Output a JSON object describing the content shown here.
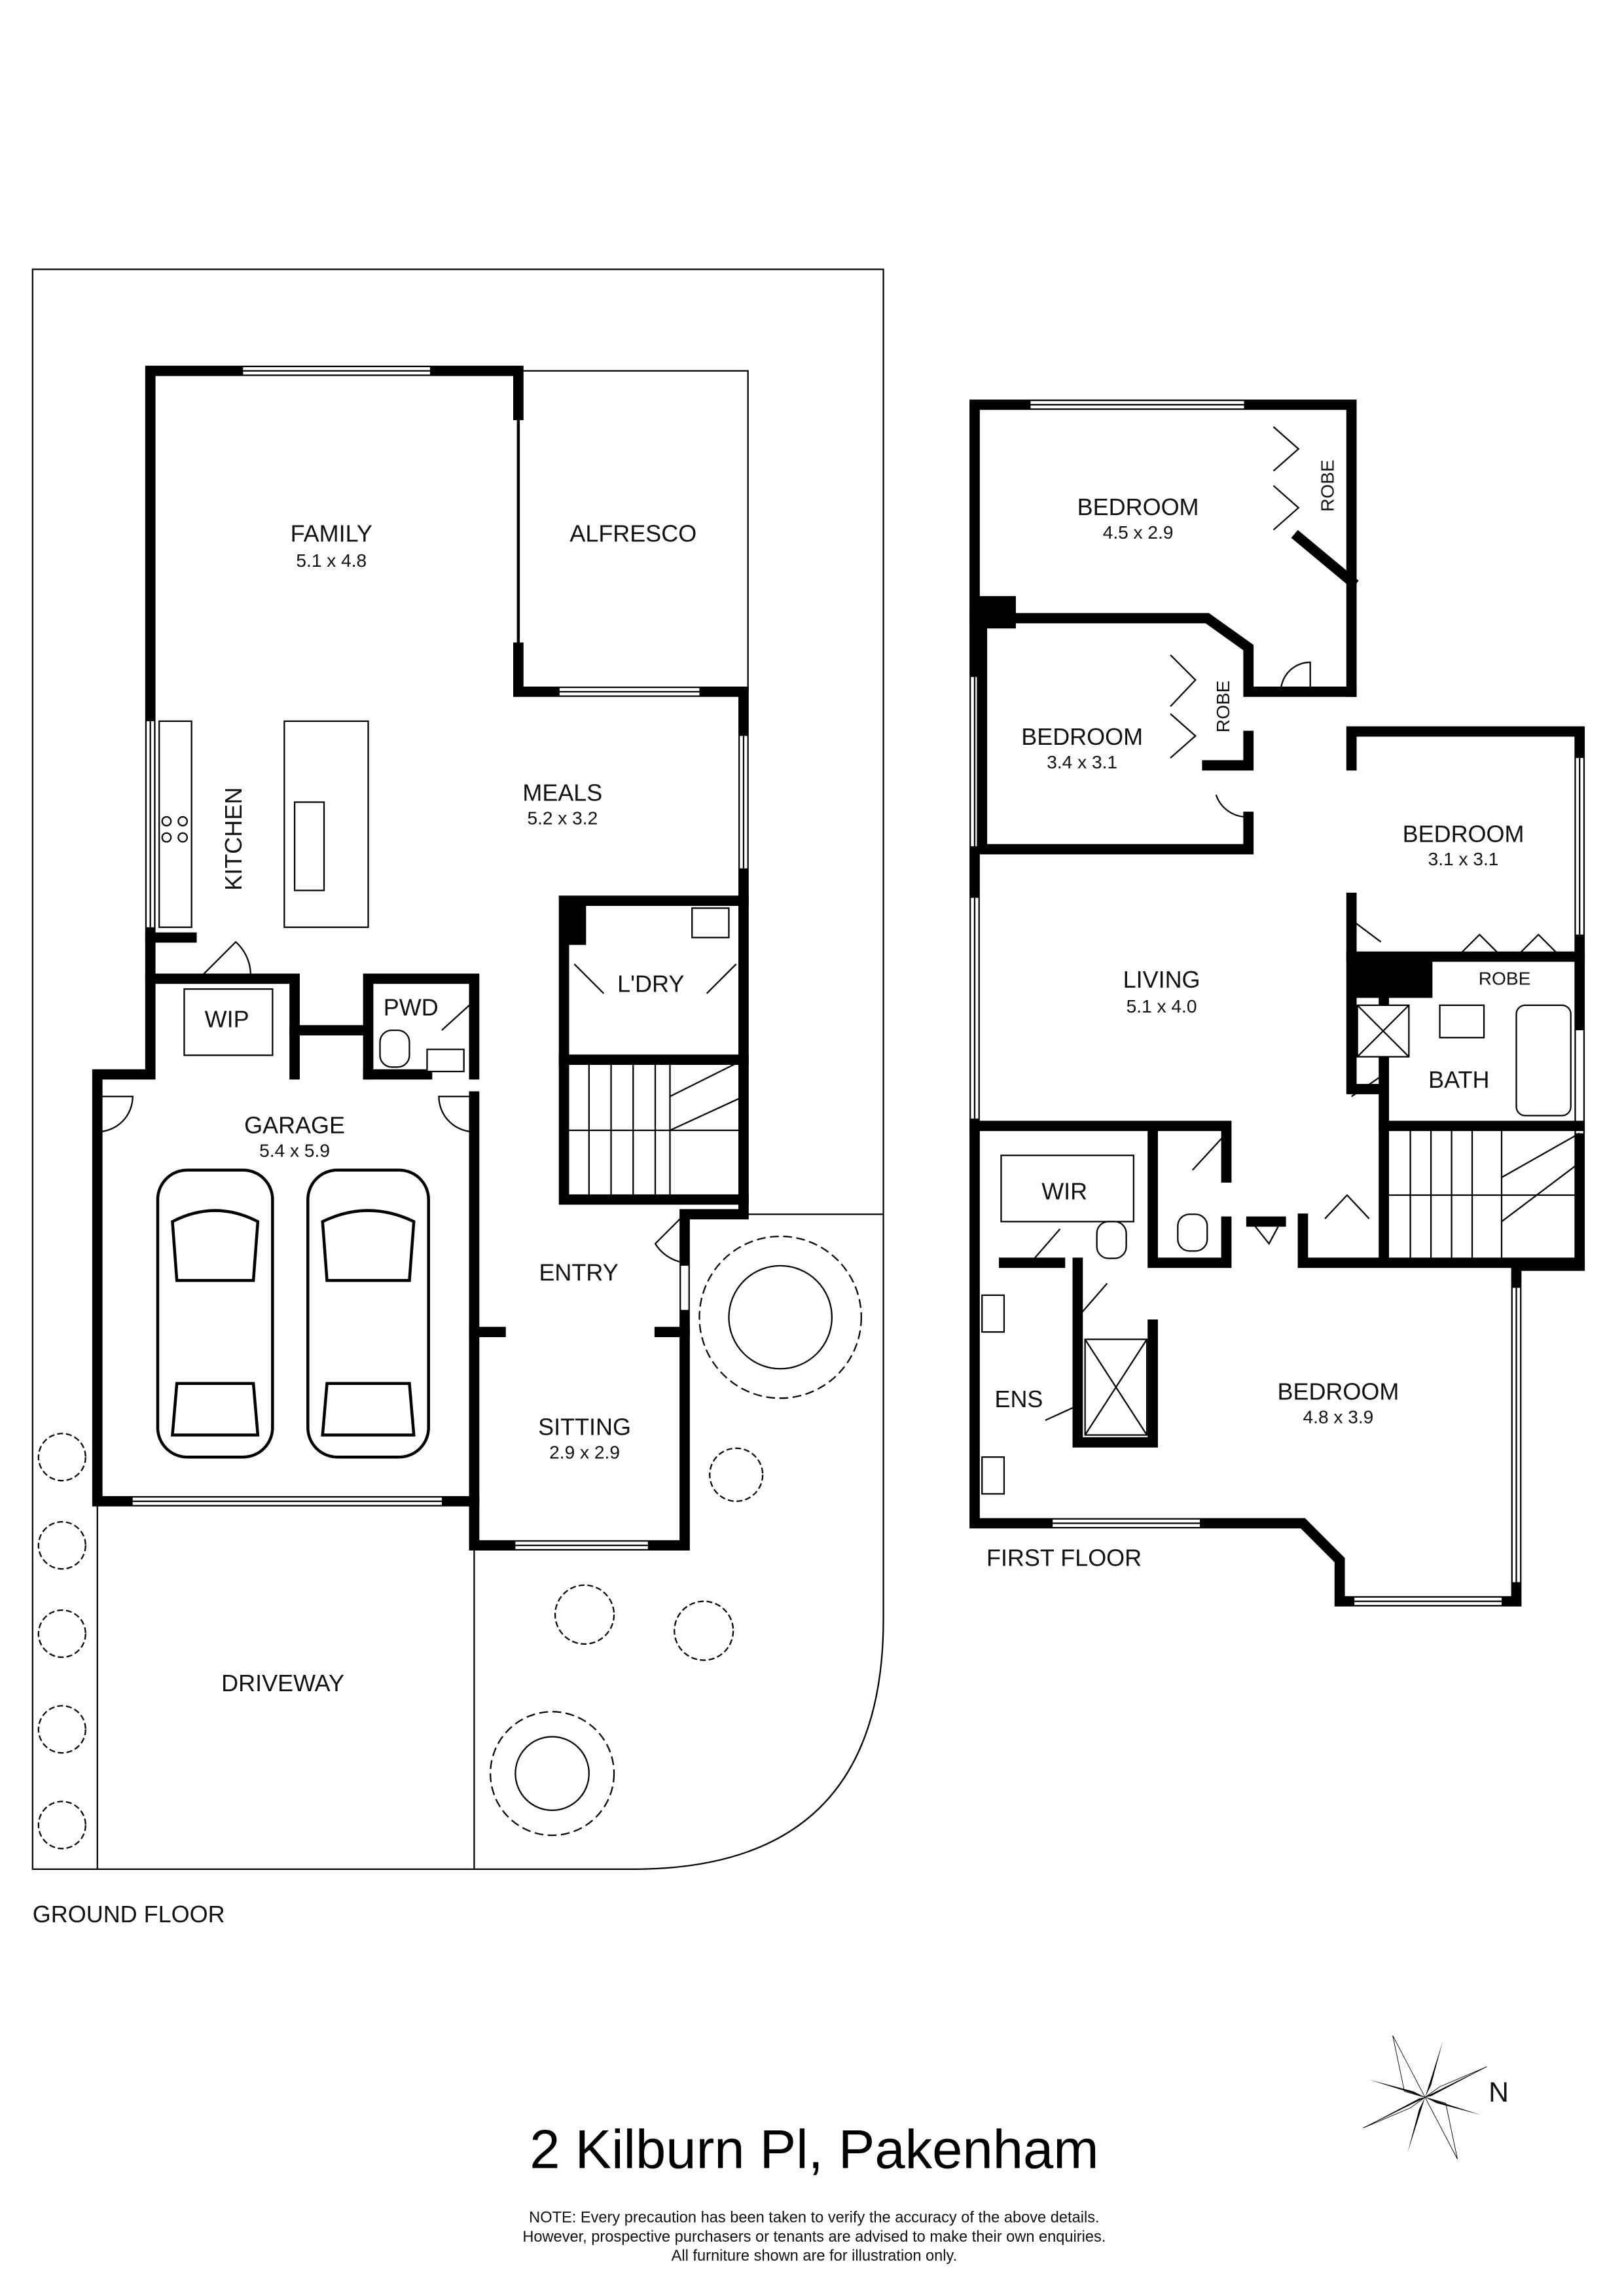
{
  "title": "2 Kilburn Pl, Pakenham",
  "note_lines": [
    "NOTE: Every precaution has been taken to verify the accuracy of the above details.",
    "However, prospective purchasers or tenants are advised to make their own enquiries.",
    "All furniture shown are for illustration only."
  ],
  "compass": {
    "label": "N",
    "icon": "compass-rose-icon"
  },
  "ground_floor": {
    "label": "GROUND FLOOR",
    "rooms": {
      "family": {
        "name": "FAMILY",
        "dims": "5.1 x 4.8"
      },
      "alfresco": {
        "name": "ALFRESCO"
      },
      "kitchen": {
        "name": "KITCHEN"
      },
      "meals": {
        "name": "MEALS",
        "dims": "5.2 x 3.2"
      },
      "laundry": {
        "name": "L'DRY"
      },
      "wip": {
        "name": "WIP"
      },
      "pwd": {
        "name": "PWD"
      },
      "garage": {
        "name": "GARAGE",
        "dims": "5.4 x 5.9"
      },
      "entry": {
        "name": "ENTRY"
      },
      "sitting": {
        "name": "SITTING",
        "dims": "2.9 x 2.9"
      },
      "driveway": {
        "name": "DRIVEWAY"
      }
    }
  },
  "first_floor": {
    "label": "FIRST FLOOR",
    "rooms": {
      "bedroom_1": {
        "name": "BEDROOM",
        "dims": "4.5 x 2.9"
      },
      "robe_1": {
        "name": "ROBE"
      },
      "bedroom_2": {
        "name": "BEDROOM",
        "dims": "3.4 x 3.1"
      },
      "robe_2": {
        "name": "ROBE"
      },
      "bedroom_3": {
        "name": "BEDROOM",
        "dims": "3.1 x 3.1"
      },
      "robe_3": {
        "name": "ROBE"
      },
      "living": {
        "name": "LIVING",
        "dims": "5.1 x 4.0"
      },
      "bath": {
        "name": "BATH"
      },
      "wir": {
        "name": "WIR"
      },
      "ens": {
        "name": "ENS"
      },
      "bedroom_master": {
        "name": "BEDROOM",
        "dims": "4.8 x 3.9"
      }
    }
  }
}
